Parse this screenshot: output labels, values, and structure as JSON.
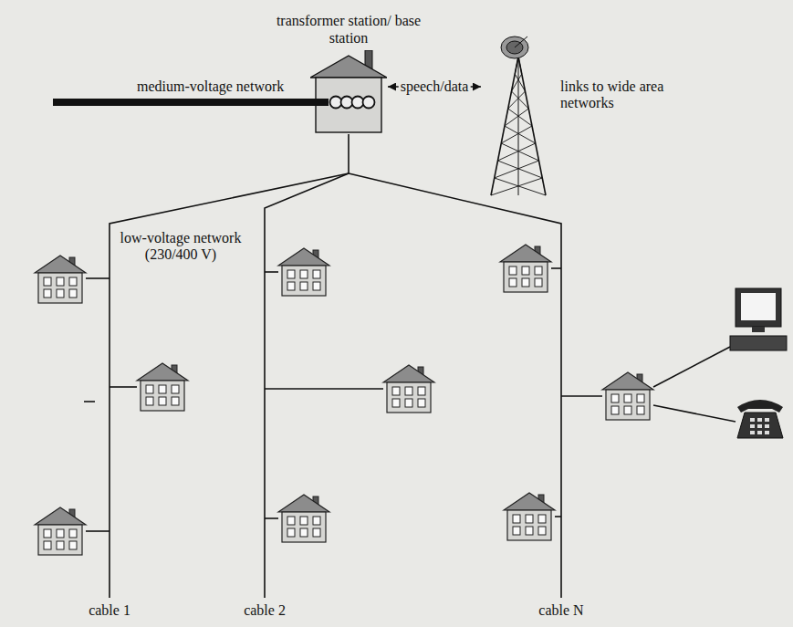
{
  "diagram": {
    "nodes": [
      {
        "text": [
          "transformer station/ base station"
        ]
      },
      {
        "text": [
          "links to wide area networks"
        ]
      }
    ],
    "edges": [
      {
        "from": 0,
        "to": 1,
        "arrow": "both",
        "label": "speech/data"
      }
    ],
    "labels": [
      "medium-voltage network",
      "low-voltage network (230/400 V)",
      "cable 1",
      "cable 2",
      "cable N"
    ]
  }
}
